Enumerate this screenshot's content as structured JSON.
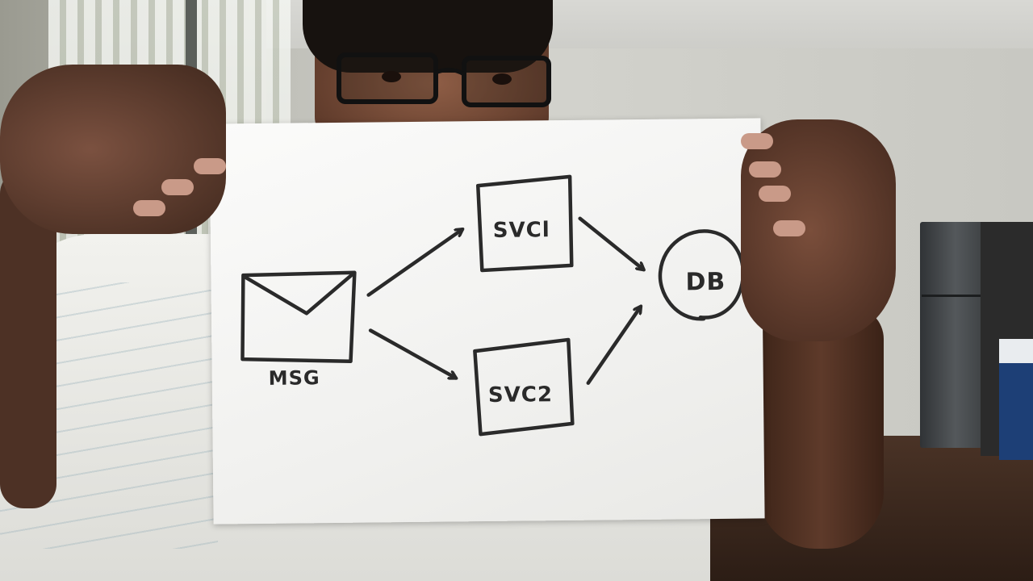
{
  "diagram": {
    "nodes": {
      "msg": {
        "label": "MSG",
        "icon": "envelope-icon"
      },
      "svc1": {
        "label": "SVCl"
      },
      "svc2": {
        "label": "SVC2"
      },
      "db": {
        "label": "DB"
      }
    },
    "edges": [
      {
        "from": "msg",
        "to": "svc1"
      },
      {
        "from": "msg",
        "to": "svc2"
      },
      {
        "from": "svc1",
        "to": "db"
      },
      {
        "from": "svc2",
        "to": "db"
      }
    ]
  },
  "colors": {
    "ink": "#2a2a2a",
    "paper": "#f5f5f3",
    "shirt": "#ecece8",
    "skin": "#6b4433"
  }
}
